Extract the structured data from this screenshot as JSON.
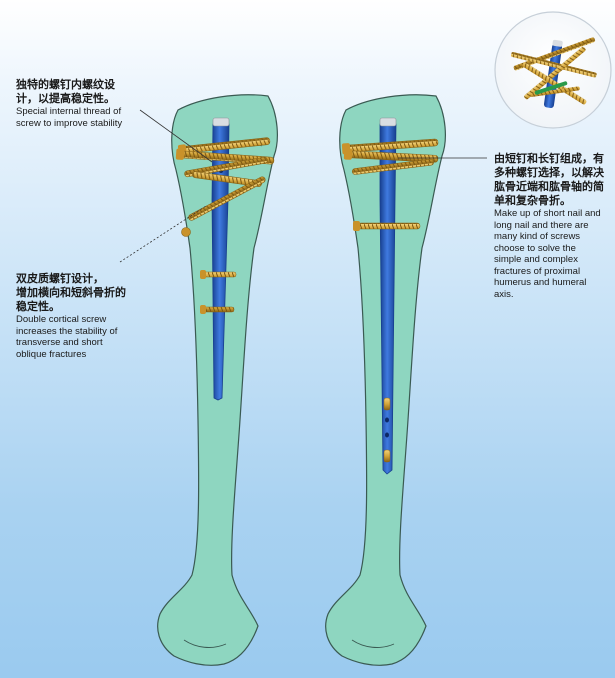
{
  "annotations": {
    "thread": {
      "zh_line1": "独特的螺钉内螺纹设",
      "zh_line2": "计，以提高稳定性。",
      "en_line1": "Special internal thread of",
      "en_line2": "screw to improve stability"
    },
    "double_cortical": {
      "zh_line1": "双皮质螺钉设计，",
      "zh_line2": "增加横向和短斜骨折的",
      "zh_line3": "稳定性。",
      "en_line1": "Double cortical screw",
      "en_line2": "increases the stability of",
      "en_line3": "transverse and short",
      "en_line4": "oblique fractures"
    },
    "short_long": {
      "zh_line1": "由短钉和长钉组成，有",
      "zh_line2": "多种螺钉选择，以解决",
      "zh_line3": "肱骨近端和肱骨轴的简",
      "zh_line4": "单和复杂骨折。",
      "en_line1": "Make up of short nail and",
      "en_line2": "long nail and there are",
      "en_line3": "many kind of screws",
      "en_line4": "choose to solve the",
      "en_line5": "simple and complex",
      "en_line6": "fractures of proximal",
      "en_line7": "humerus and humeral",
      "en_line8": "axis."
    }
  },
  "colors": {
    "bone_fill": "#8ed6c0",
    "bone_stroke": "#3a5a52",
    "nail": "#2d63c8",
    "nail_dark": "#173f8f",
    "screw": "#d4a53a",
    "screw_dark": "#8a6416",
    "leader": "#333333"
  },
  "icons": [
    "humerus-bone-icon",
    "intramedullary-nail-icon",
    "locking-screw-icon",
    "nail-screw-assembly-icon"
  ]
}
